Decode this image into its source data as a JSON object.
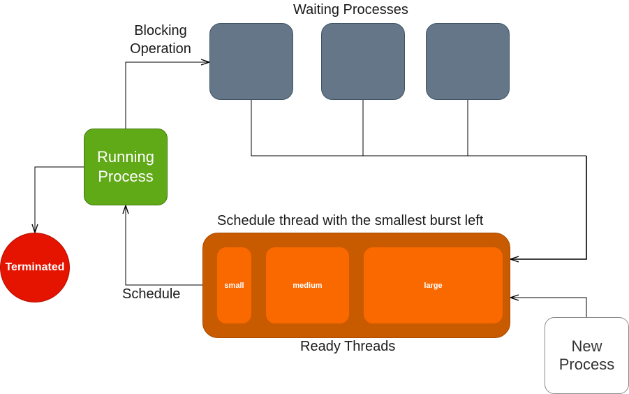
{
  "labels": {
    "waiting_processes": "Waiting Processes",
    "blocking_operation": "Blocking\nOperation",
    "schedule_heading": "Schedule thread with the smallest burst left",
    "schedule": "Schedule",
    "ready_threads": "Ready Threads"
  },
  "nodes": {
    "running": "Running\nProcess",
    "terminated": "Terminated",
    "new_process": "New\nProcess",
    "threads": [
      "small",
      "medium",
      "large"
    ]
  },
  "colors": {
    "waiting_fill": "#647687",
    "running_fill": "#60a917",
    "terminated_fill": "#e51400",
    "ready_group_fill": "#c85a00",
    "thread_fill": "#fa6800",
    "connector": "#000000"
  }
}
